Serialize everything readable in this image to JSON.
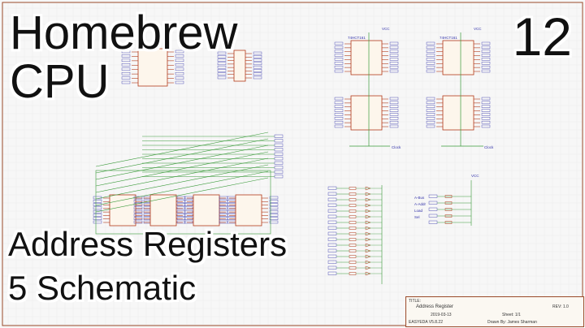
{
  "overlay": {
    "title_line1": "Homebrew",
    "title_line2": "CPU",
    "episode": "12",
    "subtitle_line1": "Address Registers",
    "subtitle_line2": "5 Schematic"
  },
  "title_block": {
    "title_label": "TITLE:",
    "title": "Address Register",
    "rev": "REV: 1.0",
    "date": "2019-03-13",
    "sheet": "Sheet: 1/1",
    "drawn_by": "Drawn By: James Sharman",
    "software": "EASYEDA V5.8.22"
  },
  "schematic": {
    "power_label": "VCC",
    "input_labels": [
      "A-Bus",
      "A-Addr",
      "Load",
      "Sel"
    ],
    "output_label": "Clock",
    "chip_part": "74HCT161"
  },
  "colors": {
    "wire": "#3a9a3a",
    "symbol": "#b23a1a",
    "pin": "#3333aa",
    "border": "#9a4a2a",
    "background": "#f7f7f7"
  }
}
